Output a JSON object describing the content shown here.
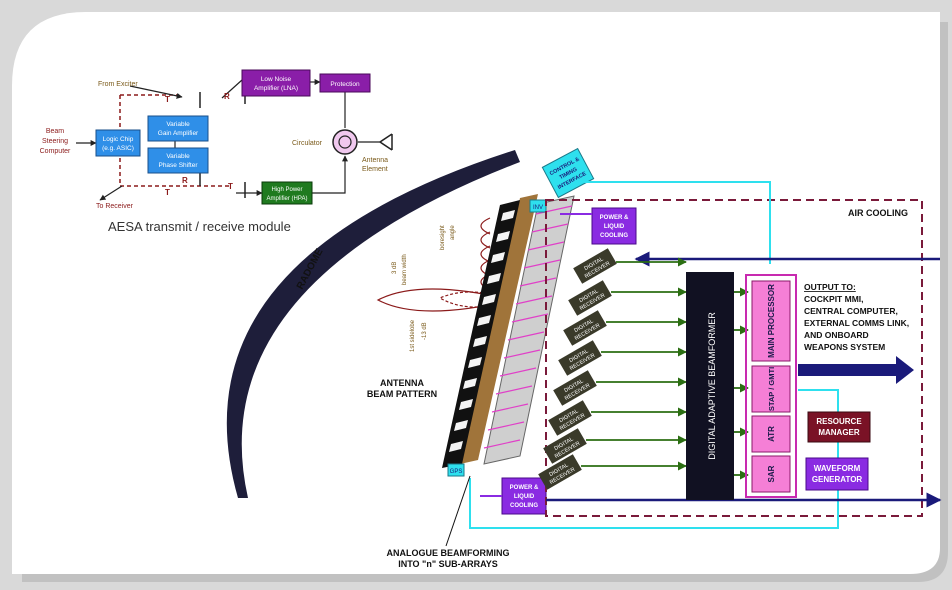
{
  "module": {
    "from_exciter": "From Exciter",
    "beam_steering": [
      "Beam",
      "Steering",
      "Computer"
    ],
    "logic_chip": [
      "Logic Chip",
      "(e.g. ASIC)"
    ],
    "vga": [
      "Variable",
      "Gain Amplifier"
    ],
    "vps": [
      "Variable",
      "Phase Shifter"
    ],
    "lna": [
      "Low Noise",
      "Amplifier (LNA)"
    ],
    "protection": "Protection",
    "circulator": "Circulator",
    "antenna_element": [
      "Antenna",
      "Element"
    ],
    "hpa": [
      "High Power",
      "Amplifier (HPA)"
    ],
    "to_receiver": "To Receiver",
    "t1": "T",
    "r1": "R",
    "t2": "T",
    "r2": "R",
    "t3": "T",
    "caption": "AESA transmit / receive module"
  },
  "radar": {
    "radome": "RADOME",
    "antenna_beam": [
      "ANTENNA",
      "BEAM PATTERN"
    ],
    "analogue": [
      "ANALOGUE BEAMFORMING",
      "INTO \"n\" SUB-ARRAYS"
    ],
    "control_iface": [
      "CONTROL &",
      "TIMING",
      "INTERFACE"
    ],
    "inv": "INV",
    "gps": "GPS",
    "power_cooling": [
      "POWER &",
      "LIQUID",
      "COOLING"
    ],
    "air_cooling": "AIR COOLING",
    "digital_receiver": [
      "DIGITAL",
      "RECEIVER"
    ],
    "beamformer": "DIGITAL ADAPTIVE BEAMFORMER",
    "main_processor": "MAIN PROCESSOR",
    "stap": "STAP / GMTI",
    "atr": "ATR",
    "sar": "SAR",
    "output": [
      "OUTPUT TO:",
      "COCKPIT MMI,",
      "CENTRAL COMPUTER,",
      "EXTERNAL COMMS LINK,",
      "AND ONBOARD",
      "WEAPONS SYSTEM"
    ],
    "resource_manager": [
      "RESOURCE",
      "MANAGER"
    ],
    "waveform_generator": [
      "WAVEFORM",
      "GENERATOR"
    ],
    "beam_labels": [
      "1st sidelobe",
      "-13 dB",
      "3 dB",
      "beam width",
      "boresight",
      "angle"
    ]
  },
  "colors": {
    "blue_box": "#2f8fe8",
    "purple_box": "#8a1ea8",
    "green_box": "#1f7a1f",
    "maroon_text": "#8b1a1a",
    "magenta": "#e040c8",
    "pink": "#f57fd6",
    "cyan": "#2ee0ee",
    "violet": "#8a2be2",
    "navy": "#1a1a7a",
    "dark_panel": "#111122",
    "wood": "#a0743a",
    "maroon_box": "#7a1226",
    "rx_box": "#3a3a2a"
  }
}
